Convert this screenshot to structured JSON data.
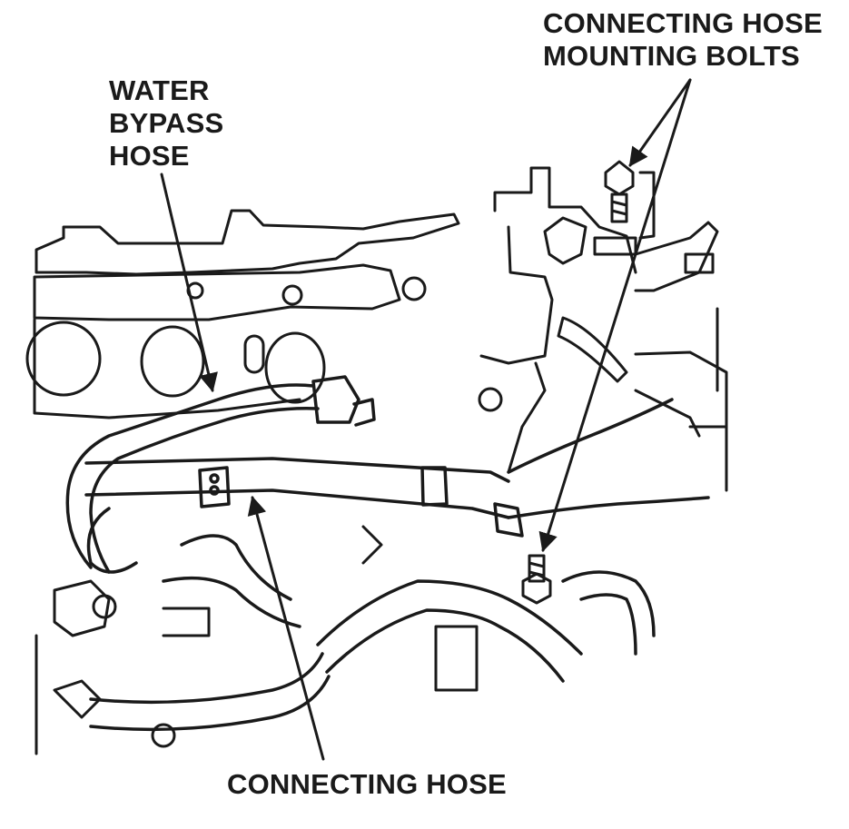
{
  "labels": {
    "mounting_bolts": "CONNECTING HOSE\nMOUNTING BOLTS",
    "water_bypass_hose": "WATER\nBYPASS\nHOSE",
    "connecting_hose": "CONNECTING HOSE"
  },
  "colors": {
    "ink": "#1a1a1a",
    "background": "#ffffff",
    "fill": "#ffffff"
  }
}
